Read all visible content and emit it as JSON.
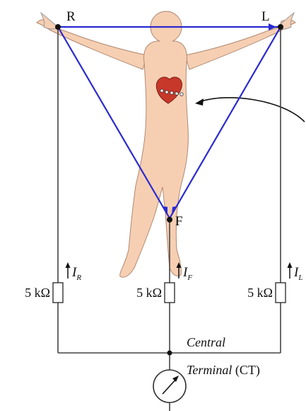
{
  "diagram": {
    "electrodes": {
      "right_arm": "R",
      "left_arm": "L",
      "foot": "F"
    },
    "currents": {
      "right": {
        "symbol": "I",
        "subscript": "R"
      },
      "foot": {
        "symbol": "I",
        "subscript": "F"
      },
      "left": {
        "symbol": "I",
        "subscript": "L"
      }
    },
    "resistors": {
      "right": "5 kΩ",
      "foot": "5 kΩ",
      "left": "5 kΩ"
    },
    "central_terminal": {
      "line1": "Central",
      "line2_italic": "Terminal",
      "line2_abbr": " (CT)"
    },
    "colors": {
      "triangle": "#2a2ad0",
      "skin": "#f6cfb3",
      "skin_outline": "#b08870",
      "heart": "#c7382a",
      "wire": "#444444"
    }
  }
}
